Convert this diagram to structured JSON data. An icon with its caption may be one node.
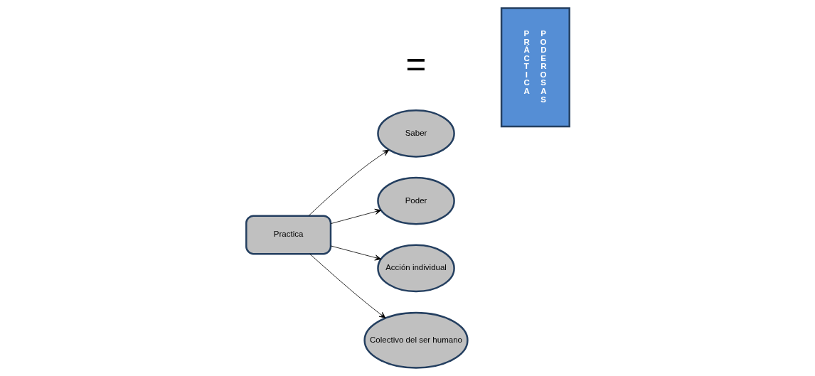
{
  "diagram": {
    "nodes": [
      {
        "text": [
          "Saber"
        ]
      },
      {
        "text": [
          "Poder"
        ]
      },
      {
        "text": [
          "Practica"
        ]
      },
      {
        "text": [
          "Acción individual"
        ]
      },
      {
        "text": [
          "Colectivo del ser humano"
        ]
      },
      {
        "text": [
          "PRÁCTICA",
          "PODEROSAS"
        ]
      }
    ],
    "edges": [
      {
        "from": 2,
        "to": 0,
        "arrow": "to"
      },
      {
        "from": 2,
        "to": 1,
        "arrow": "to"
      },
      {
        "from": 2,
        "to": 3,
        "arrow": "to"
      },
      {
        "from": 2,
        "to": 4,
        "arrow": "to"
      }
    ],
    "labels": [
      "="
    ]
  }
}
